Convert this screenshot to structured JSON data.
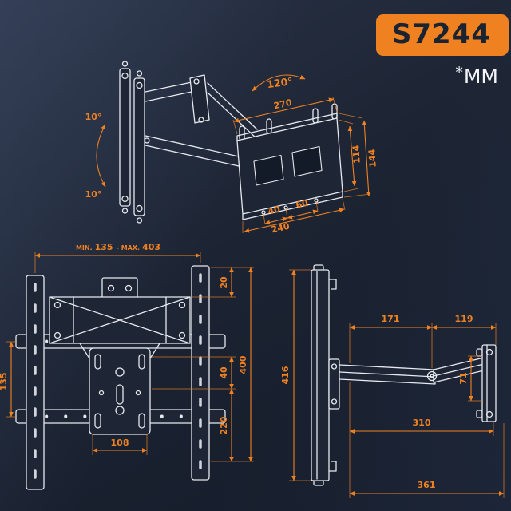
{
  "header": {
    "model": "S7244",
    "unit_star": "*",
    "unit": "MM"
  },
  "colors": {
    "accent": "#ef8121",
    "line": "#e6e9ef",
    "bg": "#1c2433",
    "bg2": "#2a3347",
    "badgetext": "#1a2332"
  },
  "iso": {
    "swivel": "120°",
    "tilt_up": "10°",
    "tilt_down": "10°",
    "width": "270",
    "inner_height": "114",
    "outer_height": "144",
    "hole_pitch_a": "40",
    "hole_pitch_b": "60",
    "base_width": "240"
  },
  "front": {
    "range_min_label": "MIN.",
    "range_min": "135",
    "range_sep": "- MAX.",
    "range_max": "403",
    "top_offset": "20",
    "rail_gap": "135",
    "vesa_gap": "40",
    "lower_span": "220",
    "height": "400",
    "plate_width": "108"
  },
  "side": {
    "height": "416",
    "arm_front": "171",
    "arm_rear": "119",
    "bracket_pitch": "71",
    "extension": "310",
    "depth": "361"
  }
}
